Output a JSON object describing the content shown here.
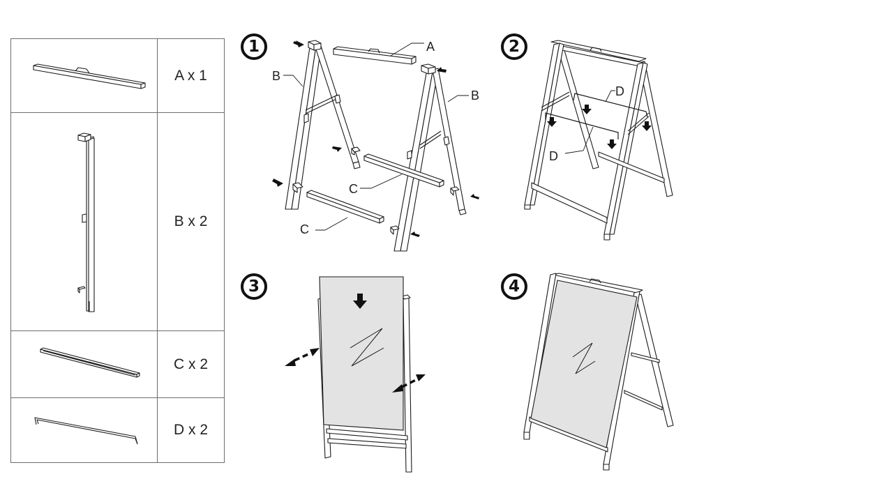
{
  "parts": [
    {
      "id": "A",
      "label": "A x 1"
    },
    {
      "id": "B",
      "label": "B x 2"
    },
    {
      "id": "C",
      "label": "C x 2"
    },
    {
      "id": "D",
      "label": "D x 2"
    }
  ],
  "steps": [
    {
      "number": "1",
      "callouts": {
        "a": "A",
        "b_left": "B",
        "b_right": "B",
        "c_upper": "C",
        "c_lower": "C"
      }
    },
    {
      "number": "2",
      "callouts": {
        "d_upper": "D",
        "d_lower": "D"
      }
    },
    {
      "number": "3"
    },
    {
      "number": "4"
    }
  ],
  "colors": {
    "line": "#1a1a1a",
    "panel_fill": "#e3e3e3",
    "table_border": "#6d6d6d"
  }
}
